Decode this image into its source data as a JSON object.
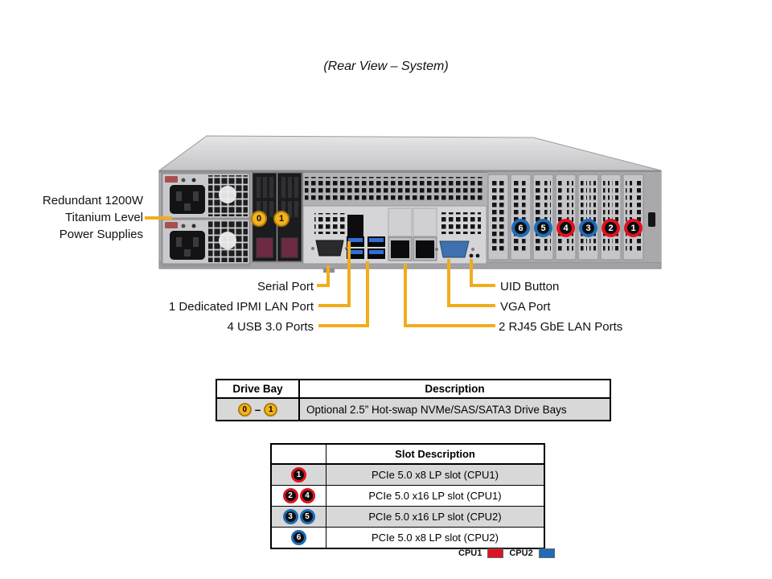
{
  "title": "(Rear View – System)",
  "labels": {
    "psu1": "Redundant 1200W",
    "psu2": "Titanium Level",
    "psu3": "Power Supplies",
    "serial": "Serial Port",
    "ipmi": "1 Dedicated IPMI LAN Port",
    "usb": "4 USB 3.0 Ports",
    "uid": "UID Button",
    "vga": "VGA Port",
    "lan": "2 RJ45 GbE LAN Ports"
  },
  "colors": {
    "callout": "#F0AD1B",
    "cpu1": "#E01220",
    "cpu2": "#1E6CB8",
    "bay_fill": "#F2B31E",
    "bay_ring": "#B07D08",
    "row_shade": "#D8D8D8"
  },
  "server": {
    "drive_bay_badges": [
      "0",
      "1"
    ],
    "slot_badges": [
      {
        "num": "6",
        "cpu": "cpu2"
      },
      {
        "num": "5",
        "cpu": "cpu2"
      },
      {
        "num": "4",
        "cpu": "cpu1"
      },
      {
        "num": "3",
        "cpu": "cpu2"
      },
      {
        "num": "2",
        "cpu": "cpu1"
      },
      {
        "num": "1",
        "cpu": "cpu1"
      }
    ]
  },
  "drive_bay_table": {
    "col1_header": "Drive Bay",
    "col2_header": "Description",
    "rows": [
      {
        "bays": [
          "0",
          "1"
        ],
        "description": "Optional 2.5” Hot-swap NVMe/SAS/SATA3 Drive Bays"
      }
    ]
  },
  "slot_table": {
    "header": "Slot Description",
    "rows": [
      {
        "slots": [
          "1"
        ],
        "cpu": "cpu1",
        "description": "PCIe 5.0 x8 LP slot (CPU1)"
      },
      {
        "slots": [
          "2",
          "4"
        ],
        "cpu": "cpu1",
        "description": "PCIe 5.0 x16 LP slot (CPU1)"
      },
      {
        "slots": [
          "3",
          "5"
        ],
        "cpu": "cpu2",
        "description": "PCIe 5.0 x16 LP slot (CPU2)"
      },
      {
        "slots": [
          "6"
        ],
        "cpu": "cpu2",
        "description": "PCIe 5.0 x8 LP slot (CPU2)"
      }
    ]
  },
  "legend": [
    {
      "label": "CPU1",
      "cpu": "cpu1"
    },
    {
      "label": "CPU2",
      "cpu": "cpu2"
    }
  ]
}
